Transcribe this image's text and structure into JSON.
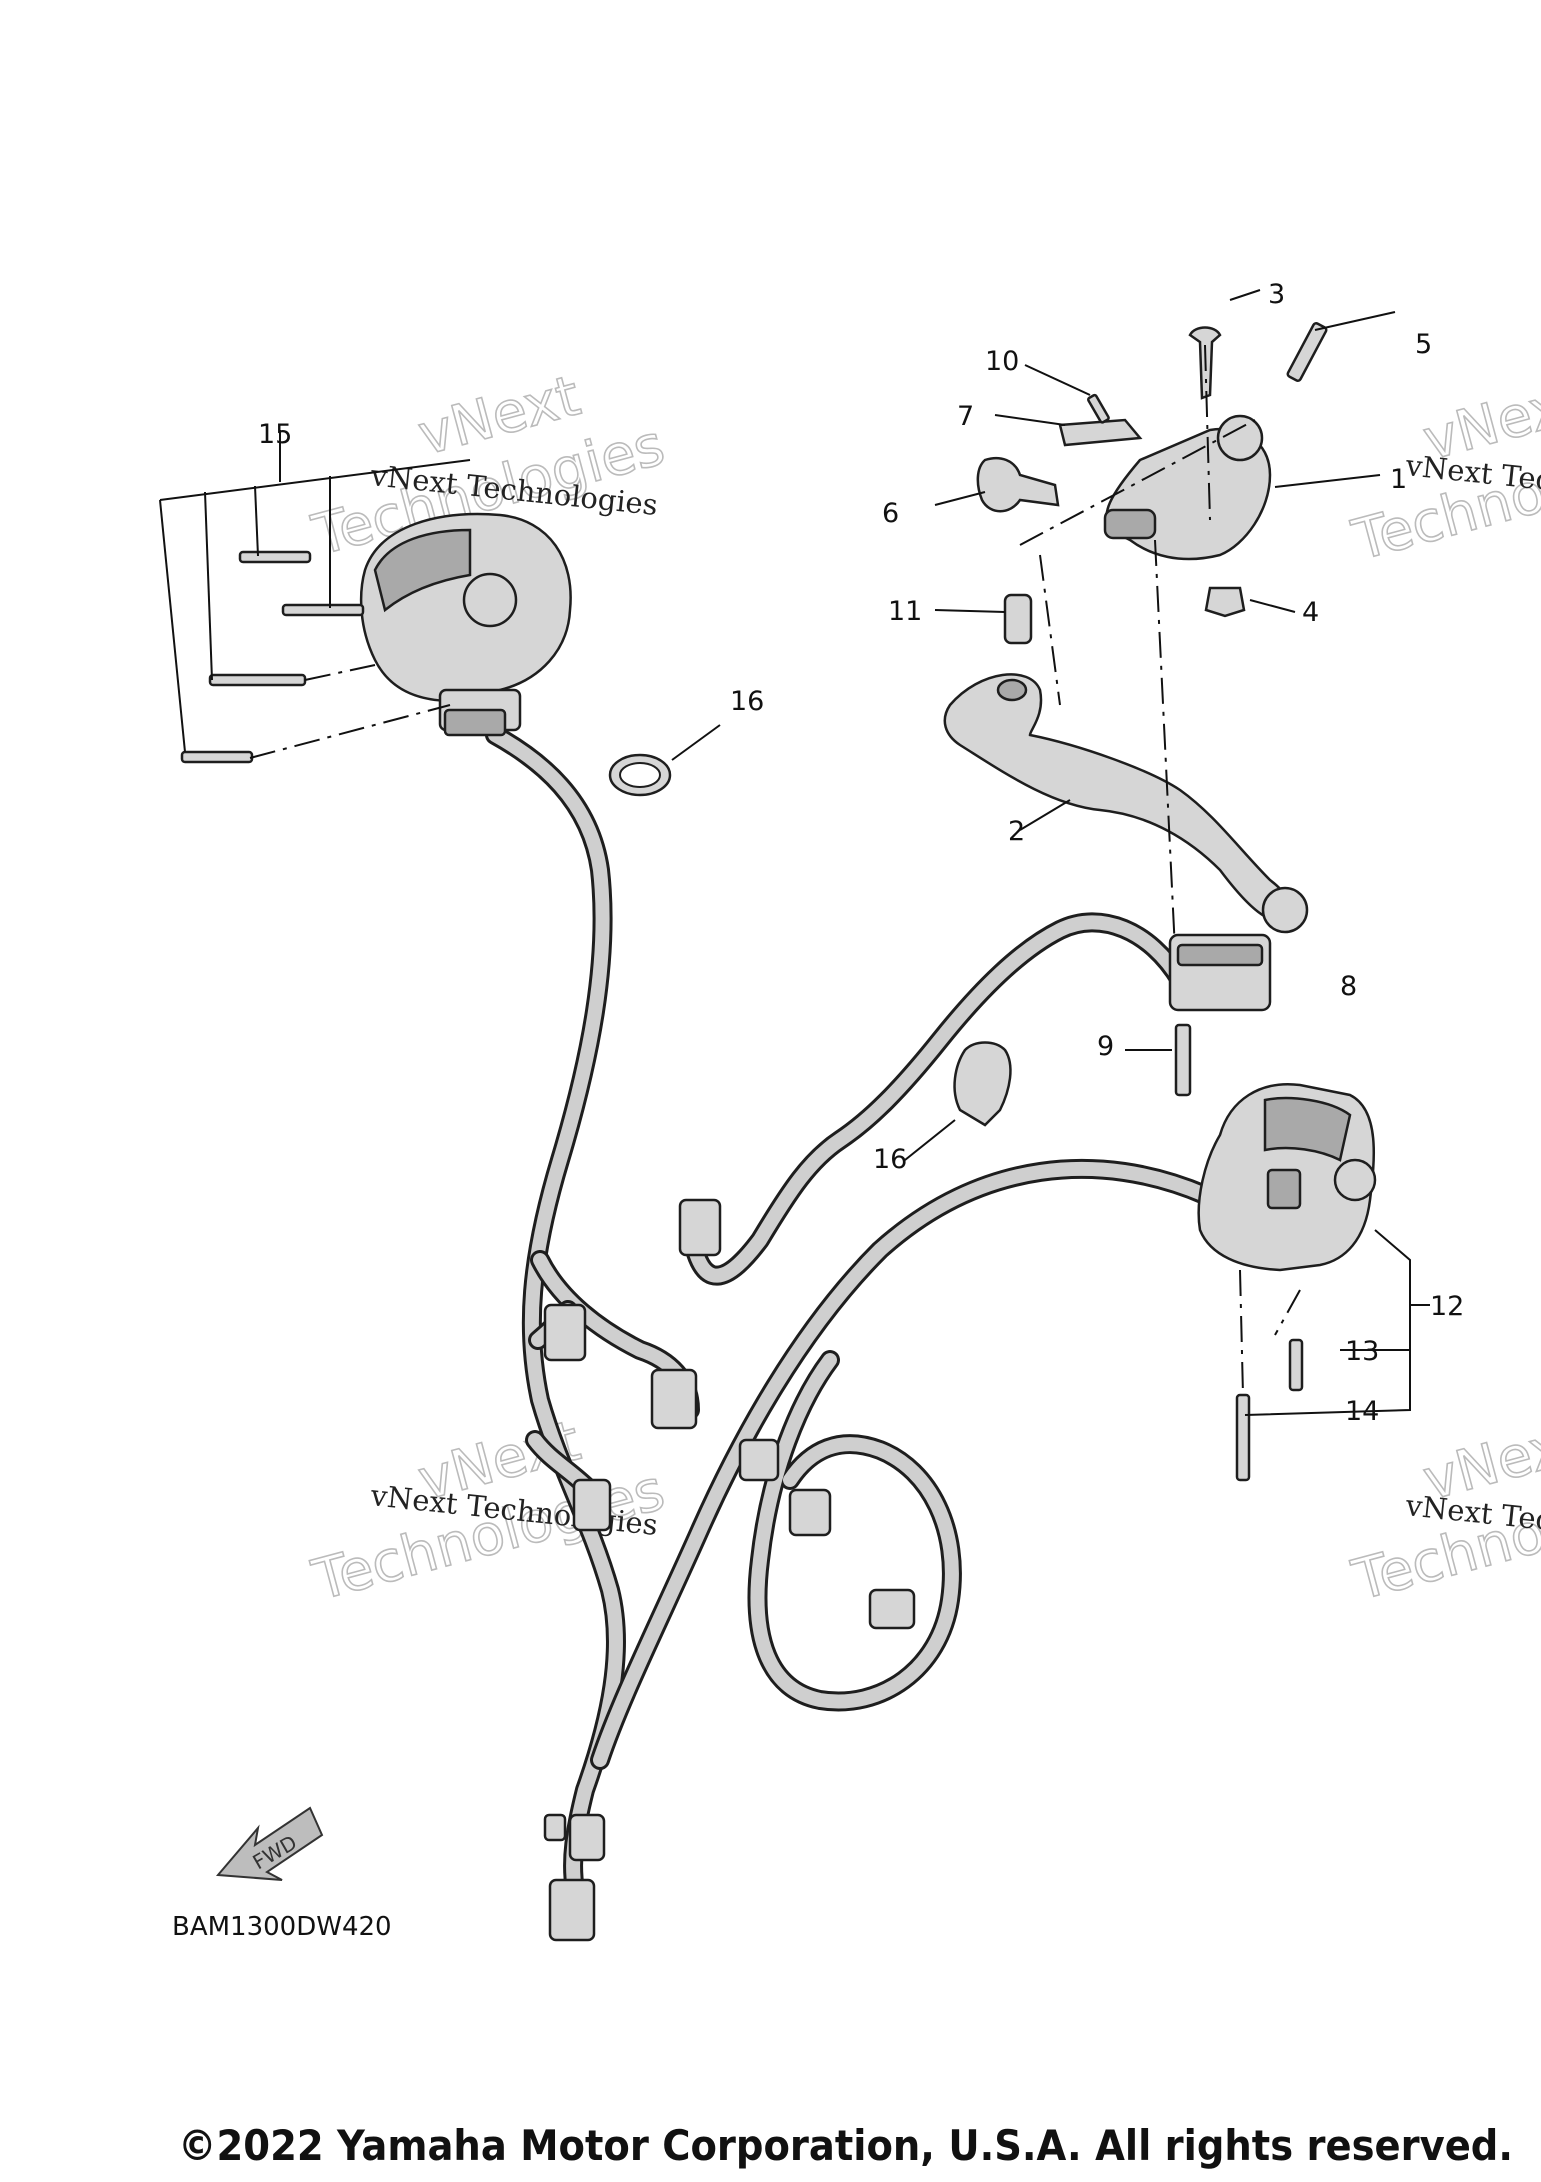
{
  "callouts": {
    "c1": "1",
    "c2": "2",
    "c3": "3",
    "c4": "4",
    "c5": "5",
    "c6": "6",
    "c7": "7",
    "c8": "8",
    "c9": "9",
    "c10": "10",
    "c11": "11",
    "c12": "12",
    "c13": "13",
    "c14": "14",
    "c15": "15",
    "c16a": "16",
    "c16b": "16"
  },
  "watermarks": {
    "small": "vNext Technologies",
    "line1": "vNext",
    "line2": "Technologies"
  },
  "fwd_label": "FWD",
  "diagram_code": "BAM1300DW420",
  "copyright": "©2022 Yamaha Motor Corporation, U.S.A. All rights reserved."
}
